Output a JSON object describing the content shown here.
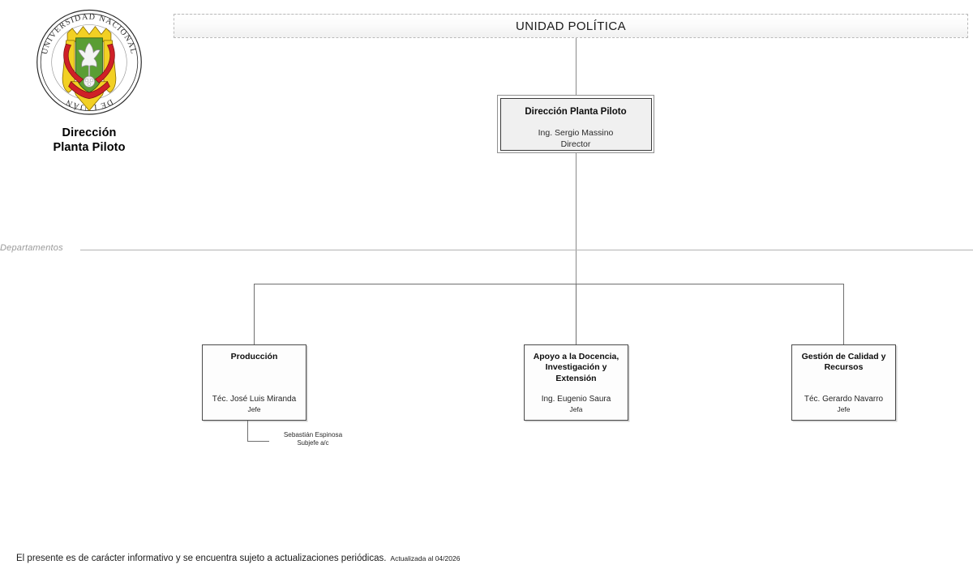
{
  "brand": {
    "logo_icon": "unlu-seal-icon",
    "seal_text": "UNIVERSIDAD NACIONAL DE LUJÁN",
    "caption_line1": "Dirección",
    "caption_line2": "Planta Piloto"
  },
  "header": {
    "title": "UNIDAD POLÍTICA"
  },
  "section": {
    "label": "Departamentos"
  },
  "org": {
    "director": {
      "title": "Dirección Planta Piloto",
      "person": "Ing. Sergio Massino",
      "role": "Director"
    },
    "departments": [
      {
        "title": "Producción",
        "person": "Téc. José Luis Miranda",
        "role": "Jefe",
        "sub": {
          "person": "Sebastián Espinosa",
          "role": "Subjefe a/c"
        }
      },
      {
        "title": "Apoyo a la Docencia, Investigación y Extensión",
        "person": "Ing. Eugenio Saura",
        "role": "Jefa"
      },
      {
        "title": "Gestión de Calidad y Recursos",
        "person": "Téc. Gerardo Navarro",
        "role": "Jefe"
      }
    ]
  },
  "footer": {
    "main": "El presente es de carácter informativo y se encuentra sujeto a actualizaciones periódicas.",
    "updated": "Actualizada al 04/2026"
  },
  "colors": {
    "connector": "#8a8a8a",
    "box_border": "#4a4a4a",
    "director_fill": "#f0f0f0",
    "section_label": "#9a9a9a",
    "seal_gold": "#f2d024",
    "seal_green": "#5a9e34",
    "seal_red": "#cf2027"
  }
}
